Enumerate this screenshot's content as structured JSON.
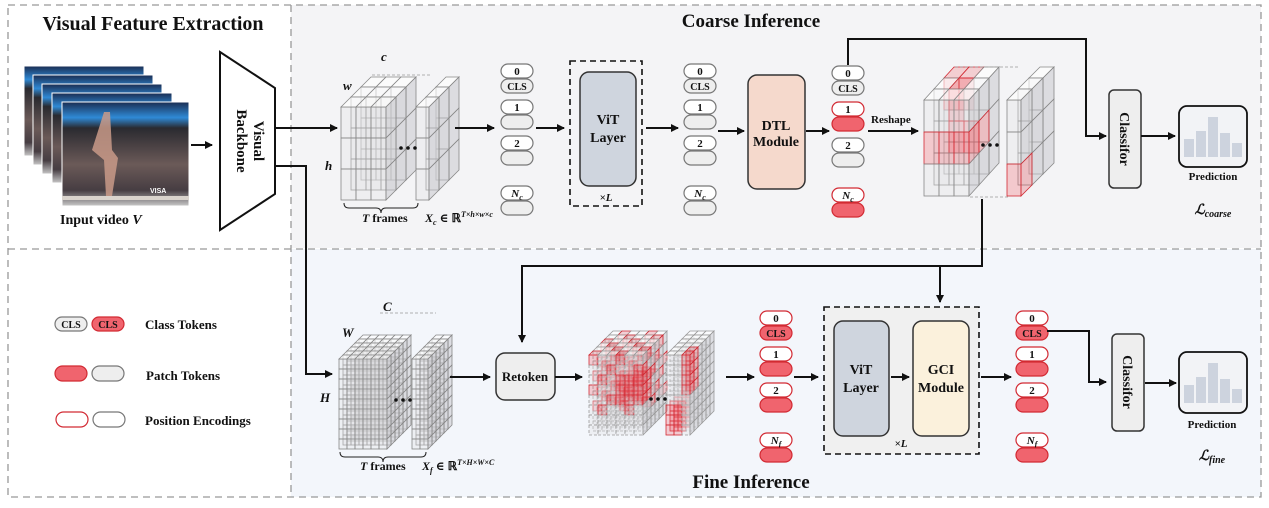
{
  "sections": {
    "feature_extraction": {
      "title": "Visual Feature Extraction"
    },
    "coarse": {
      "title": "Coarse Inference"
    },
    "fine": {
      "title": "Fine Inference"
    }
  },
  "input": {
    "label_prefix": "Input video ",
    "label_var": "V"
  },
  "backbone": {
    "line1": "Visual",
    "line2": "Backbone"
  },
  "coarse_cube": {
    "dim_c": "c",
    "dim_w": "w",
    "dim_h": "h",
    "frames_var": "T",
    "frames_label": "frames",
    "tensor_var": "X",
    "tensor_sub": "c",
    "tensor_set": "∈ ℝ",
    "tensor_sup": "T×h×w×c"
  },
  "fine_cube": {
    "dim_c": "C",
    "dim_w": "W",
    "dim_h": "H",
    "frames_var": "T",
    "frames_label": "frames",
    "tensor_var": "X",
    "tensor_sub": "f",
    "tensor_set": "∈ ℝ",
    "tensor_sup": "T×H×W×C"
  },
  "tokens": {
    "idx0": "0",
    "cls": "CLS",
    "idx1": "1",
    "idx2": "2",
    "nc_var": "N",
    "nc_sub": "c",
    "nf_var": "N",
    "nf_sub": "f"
  },
  "vit": {
    "line1": "ViT",
    "line2": "Layer",
    "repeat": "×L"
  },
  "dtl": {
    "line1": "DTL",
    "line2": "Module"
  },
  "gci": {
    "line1": "GCI",
    "line2": "Module"
  },
  "reshape": {
    "label": "Reshape"
  },
  "retoken": {
    "label": "Retoken"
  },
  "classifier": {
    "label": "Classifor"
  },
  "prediction": {
    "label": "Prediction",
    "histogram": [
      0.45,
      0.65,
      1.0,
      0.6,
      0.35
    ]
  },
  "losses": {
    "coarse_symbol": "ℒ",
    "coarse_sub": "coarse",
    "fine_symbol": "ℒ",
    "fine_sub": "fine"
  },
  "legend": {
    "class_tokens": "Class Tokens",
    "patch_tokens": "Patch Tokens",
    "position_encodings": "Position Encodings",
    "cls": "CLS"
  },
  "colors": {
    "red_fill": "#f0646e",
    "red_stroke": "#d22a33",
    "gray_fill": "#eeeeee",
    "gray_stroke": "#777777",
    "vit_fill": "#cfd5de",
    "dtl_fill": "#f5d9cc",
    "gci_fill": "#fbf1dc",
    "panel_top": "#f4f4f6",
    "panel_bottom": "#f3f6fb"
  }
}
